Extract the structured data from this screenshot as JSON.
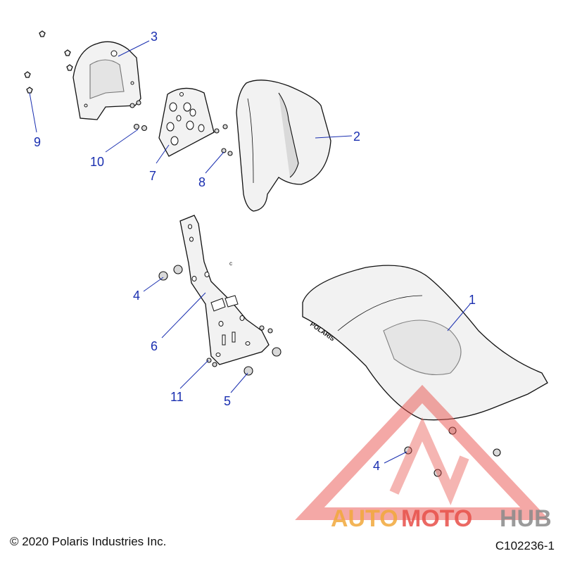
{
  "callouts": {
    "c1": "1",
    "c2": "2",
    "c3": "3",
    "c4a": "4",
    "c4b": "4",
    "c5": "5",
    "c6": "6",
    "c7": "7",
    "c8": "8",
    "c9": "9",
    "c10": "10",
    "c11": "11"
  },
  "seat_brand": "POLARIS",
  "copyright": "© 2020 Polaris Industries Inc.",
  "diagram_id": "C102236-1",
  "watermark": {
    "auto": "AUTO",
    "moto": "MOTO",
    "hub": "HUB",
    "color_orange": "#f2a93b",
    "color_red": "#e8504a",
    "color_gray": "#8a8a8a"
  },
  "colors": {
    "callout": "#1a2fb0",
    "line": "#111111"
  }
}
